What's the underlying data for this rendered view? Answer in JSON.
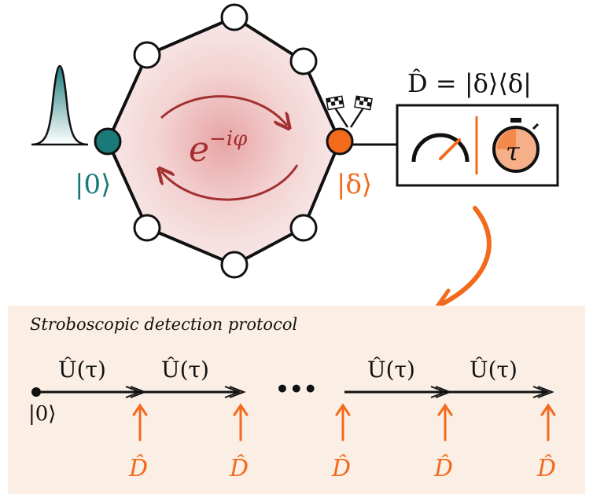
{
  "ring": {
    "phase_label": "e",
    "phase_exponent": "−iφ",
    "start_ket": "|0⟩",
    "target_ket": "|δ⟩"
  },
  "detector": {
    "equation": "D̂ = |δ⟩⟨δ|",
    "timer_label": "τ"
  },
  "protocol": {
    "title": "Stroboscopic detection protocol",
    "initial_ket": "|0⟩",
    "evolution_label": "Û(τ)",
    "ellipsis": "•••",
    "measurement_label": "D̂"
  },
  "colors": {
    "teal": "#1a7a7a",
    "orange": "#f26a1b",
    "dark_red": "#a33030",
    "panel_bg": "#fbeee4",
    "ring_fill": "#f6e0e0"
  }
}
